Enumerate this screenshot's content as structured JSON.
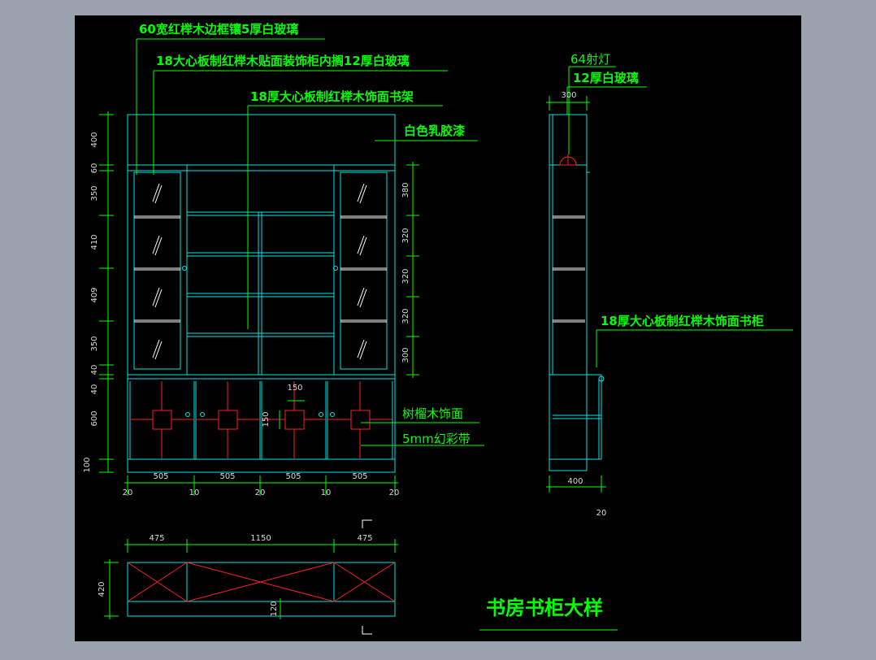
{
  "colors": {
    "outer_bg": "#9aa3ad",
    "canvas_bg": "#000000",
    "cyan": "#00e5e5",
    "green": "#00ff00",
    "red": "#ff2020",
    "white": "#ffffff",
    "dim_text": "#d8d8d8"
  },
  "title": "书房书柜大样",
  "annotations": {
    "glass_frame": "60宽红榉木边框镶5厚白玻璃",
    "core_board_glass": "18大心板制红榉木贴面装饰柜内搁12厚白玻璃",
    "shelf": "18厚大心板制红榉木饰面书架",
    "latex_paint": "白色乳胶漆",
    "spotlight": "64射灯",
    "glass12": "12厚白玻璃",
    "side_cabinet": "18厚大心板制红榉木饰面书柜",
    "wood_finish": "树榴木饰面",
    "strip": "5mm幻彩带"
  },
  "dimensions": {
    "left_vertical": [
      "400",
      "60",
      "350",
      "410",
      "409",
      "350",
      "40",
      "40",
      "600",
      "100"
    ],
    "right_vertical": [
      "380",
      "320",
      "320",
      "320",
      "300"
    ],
    "bottom_widths": [
      "505",
      "505",
      "505",
      "505"
    ],
    "bottom_gaps": [
      "20",
      "10",
      "20",
      "10",
      "20"
    ],
    "handle_w": "150",
    "handle_h": "150",
    "side_top": "300",
    "side_bottom": "400",
    "side_bottom_offset": "20",
    "plan_widths": [
      "475",
      "1150",
      "475"
    ],
    "plan_depth": "420",
    "plan_inner": "120"
  }
}
